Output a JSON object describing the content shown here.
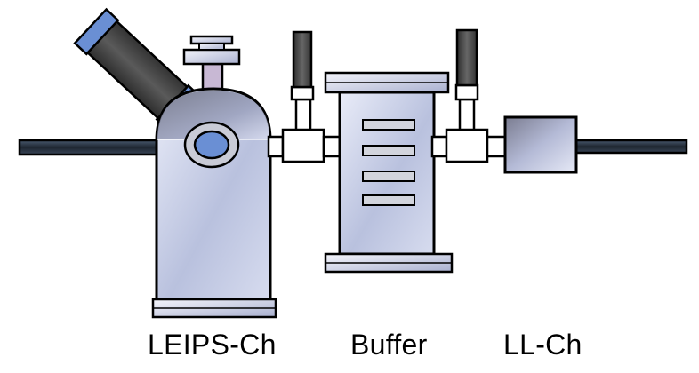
{
  "labels": {
    "leips_chamber": "LEIPS-Ch",
    "buffer_chamber": "Buffer",
    "load_lock_chamber": "LL-Ch"
  },
  "colors": {
    "outline": "#000000",
    "rod_fill": "#2b3440",
    "rod_edge": "#4a5a70",
    "window_blue": "#6a8fd4",
    "lens_tube": "#454545",
    "lavender": "#c8b8d4",
    "steel_light": "#eef0fa",
    "steel_mid": "#b7bfdc",
    "steel_dark": "#8a8fa8",
    "slot": "#d2d4dc",
    "white": "#ffffff"
  }
}
